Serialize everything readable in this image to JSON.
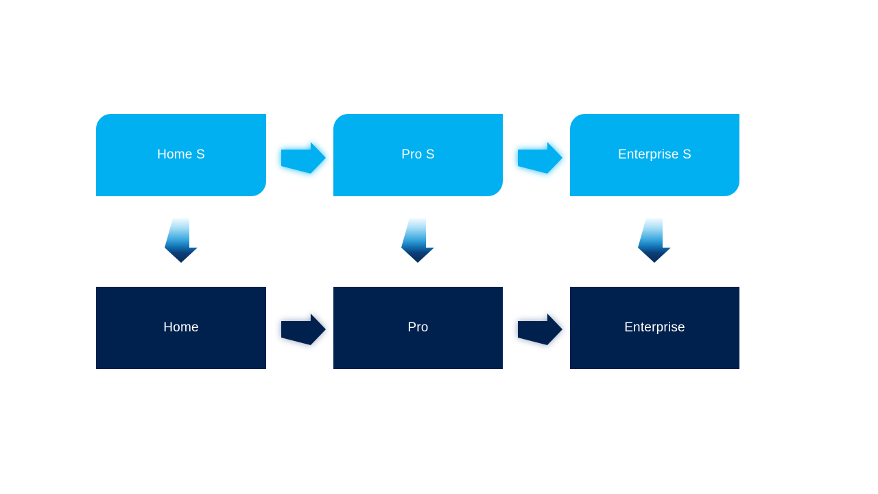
{
  "diagram": {
    "type": "flowchart",
    "description": "Two-tier product edition mapping: S editions flow down to base editions",
    "colors": {
      "light_blue": "#00B0F0",
      "navy": "#00214E",
      "down_arrow_gradient": [
        "#f4fbfe",
        "#3ba7de",
        "#082a55"
      ],
      "text": "#ffffff",
      "background": "#ffffff"
    },
    "top_row": [
      {
        "label": "Home S"
      },
      {
        "label": "Pro S"
      },
      {
        "label": "Enterprise S"
      }
    ],
    "bottom_row": [
      {
        "label": "Home"
      },
      {
        "label": "Pro"
      },
      {
        "label": "Enterprise"
      }
    ],
    "icons": {
      "right_arrow": "block-arrow-right",
      "down_arrow": "block-arrow-down"
    }
  }
}
